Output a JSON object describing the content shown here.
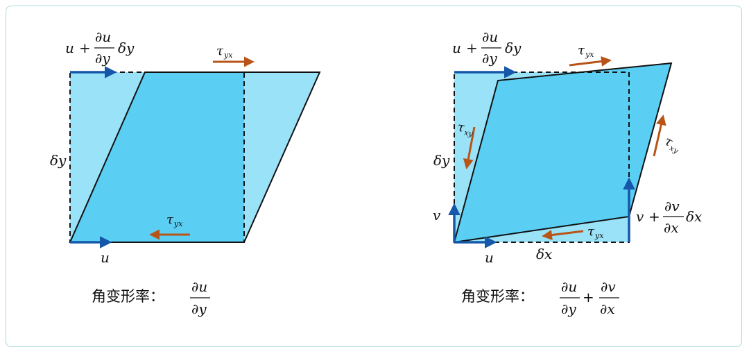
{
  "left": {
    "top_label": {
      "var": "u",
      "plus": "+",
      "num": "∂u",
      "den": "∂y",
      "suffix": "δy"
    },
    "side_label": "δy",
    "bottom_label": "u",
    "tau_top": {
      "sym": "τ",
      "sub": "yx"
    },
    "tau_bottom": {
      "sym": "τ",
      "sub": "yx"
    },
    "caption": {
      "text": "角变形率：",
      "num": "∂u",
      "den": "∂y"
    }
  },
  "right": {
    "top_label": {
      "var": "u",
      "plus": "+",
      "num": "∂u",
      "den": "∂y",
      "suffix": "δy"
    },
    "side_label": "δy",
    "bottom_u": "u",
    "bottom_dx": "δx",
    "left_v": "v",
    "right_label": {
      "var": "v",
      "plus": "+",
      "num": "∂v",
      "den": "∂x",
      "suffix": "δx"
    },
    "tau_top": {
      "sym": "τ",
      "sub": "yx"
    },
    "tau_bottom": {
      "sym": "τ",
      "sub": "yx"
    },
    "tau_left": {
      "sym": "τ",
      "sub": "xy"
    },
    "tau_right": {
      "sym": "τ",
      "sub": "xy"
    },
    "caption": {
      "text": "角变形率：",
      "num1": "∂u",
      "den1": "∂y",
      "plus": "+",
      "num2": "∂v",
      "den2": "∂x"
    }
  },
  "colors": {
    "light_fill": "#9ae2f7",
    "main_fill": "#5acef3",
    "velocity_arrow": "#1557a8",
    "stress_arrow": "#b85417",
    "frame_border": "#a9d9dc"
  }
}
